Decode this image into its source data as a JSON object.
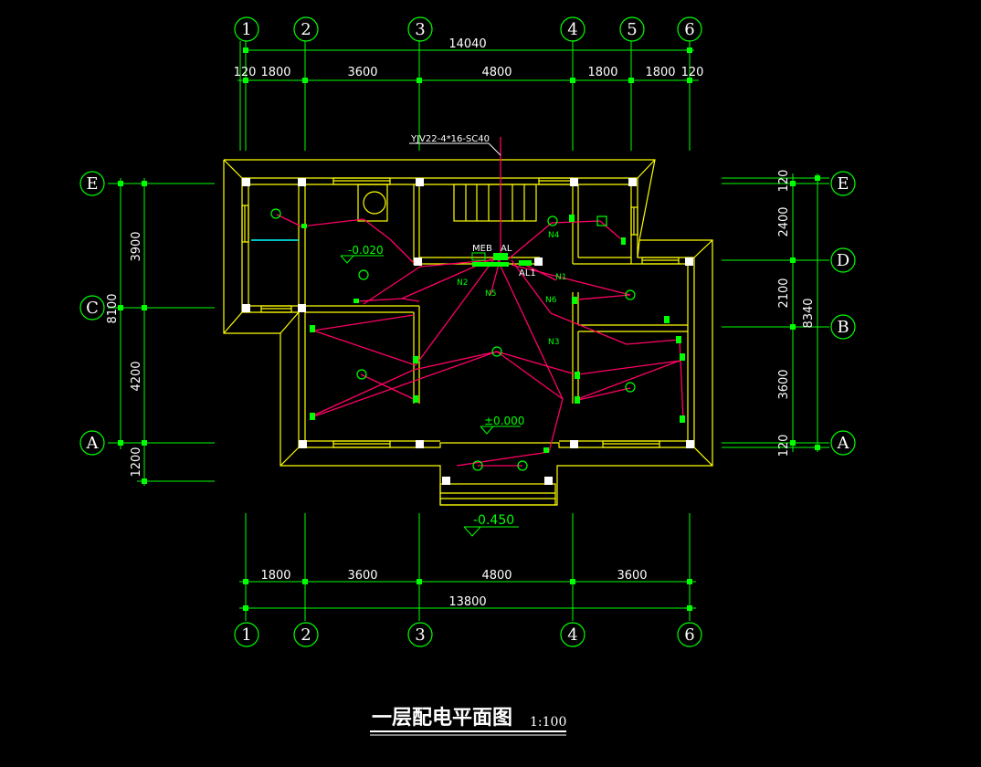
{
  "title": "一层配电平面图",
  "scale": "1:100",
  "colors": {
    "background": "#000000",
    "grid": "#00ff00",
    "wall": "#ffff00",
    "wiring": "#ff0066",
    "text": "#ffffff"
  },
  "axes_top": [
    "1",
    "2",
    "3",
    "4",
    "5",
    "6"
  ],
  "axes_bottom": [
    "1",
    "2",
    "3",
    "4",
    "6"
  ],
  "axes_left": [
    "E",
    "C",
    "A"
  ],
  "axes_right": [
    "E",
    "D",
    "B",
    "A"
  ],
  "dims_top_total": "14040",
  "dims_top": [
    "120",
    "1800",
    "3600",
    "4800",
    "1800",
    "1800",
    "120"
  ],
  "dims_bottom": [
    "1800",
    "3600",
    "4800",
    "3600"
  ],
  "dims_bottom_total": "13800",
  "dims_left": [
    "3900",
    "4200",
    "1200"
  ],
  "dims_left_total": "8100",
  "dims_right": [
    "120",
    "2400",
    "2100",
    "3600",
    "120"
  ],
  "dims_right_total": "8340",
  "cable_label": "YJV22-4*16-SC40",
  "elev_main": "±0.000",
  "elev_room": "-0.020",
  "elev_outside": "-0.450",
  "panels": {
    "meb": "MEB",
    "al": "AL",
    "al1": "AL1"
  },
  "circuits": [
    "N1",
    "N2",
    "N3",
    "N4",
    "N5",
    "N6"
  ]
}
